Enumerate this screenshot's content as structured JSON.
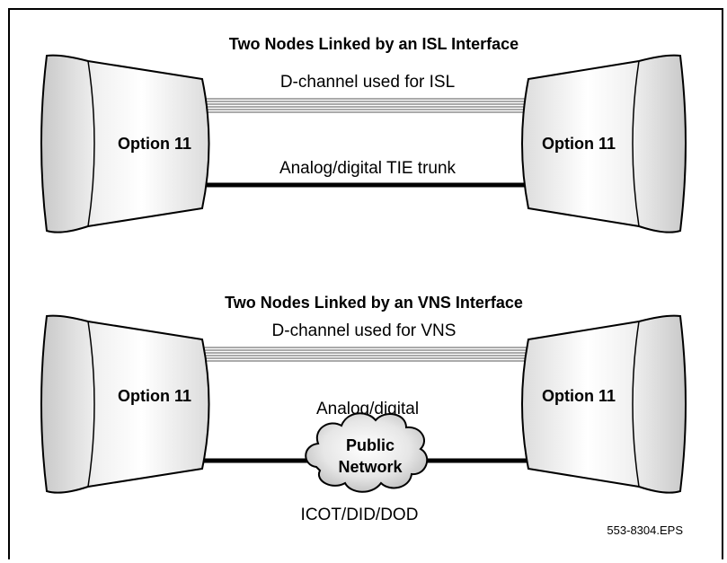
{
  "isl": {
    "title": "Two Nodes Linked by an ISL Interface",
    "d_channel_label": "D-channel used for ISL",
    "trunk_label": "Analog/digital TIE trunk",
    "left_node": "Option 11",
    "right_node": "Option 11"
  },
  "vns": {
    "title": "Two Nodes Linked by an VNS Interface",
    "d_channel_label": "D-channel used for VNS",
    "trunk_label": "Analog/digital",
    "cloud_line1": "Public",
    "cloud_line2": "Network",
    "bottom_label": "ICOT/DID/DOD",
    "left_node": "Option 11",
    "right_node": "Option 11"
  },
  "figure_ref": "553-8304.EPS"
}
